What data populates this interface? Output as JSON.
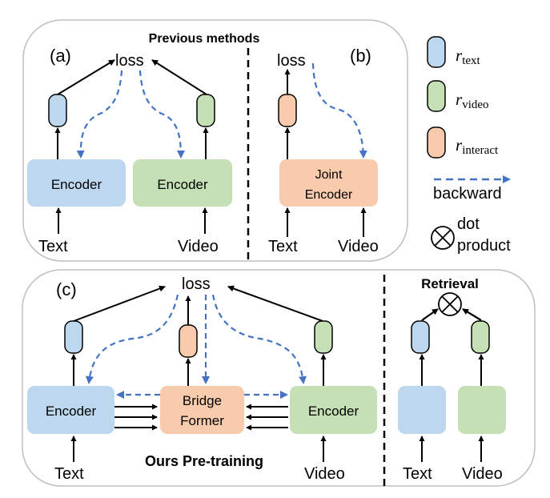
{
  "colors": {
    "text_rep": "#BDD7EE",
    "video_rep": "#C5E0B4",
    "interact_rep": "#F8CBAD",
    "backward_arrow": "#4472C4",
    "panel_border": "#BFBFBF"
  },
  "panel_top": {
    "title": "Previous methods",
    "a": {
      "label": "(a)",
      "loss": "loss",
      "text_encoder": "Encoder",
      "video_encoder": "Encoder",
      "input_text": "Text",
      "input_video": "Video"
    },
    "b": {
      "label": "(b)",
      "loss": "loss",
      "joint_encoder_line1": "Joint",
      "joint_encoder_line2": "Encoder",
      "input_text": "Text",
      "input_video": "Video"
    }
  },
  "legend": {
    "text_rep": {
      "r": "r",
      "sub": "text"
    },
    "video_rep": {
      "r": "r",
      "sub": "video"
    },
    "interact_rep": {
      "r": "r",
      "sub": "interact"
    },
    "backward": "backward",
    "dot_line1": "dot",
    "dot_line2": "product"
  },
  "panel_bottom": {
    "c": {
      "label": "(c)",
      "loss": "loss",
      "text_encoder": "Encoder",
      "bridge_line1": "Bridge",
      "bridge_line2": "Former",
      "video_encoder": "Encoder",
      "caption": "Ours Pre-training",
      "input_text": "Text",
      "input_video": "Video"
    },
    "retrieval": {
      "title": "Retrieval",
      "input_text": "Text",
      "input_video": "Video"
    }
  }
}
